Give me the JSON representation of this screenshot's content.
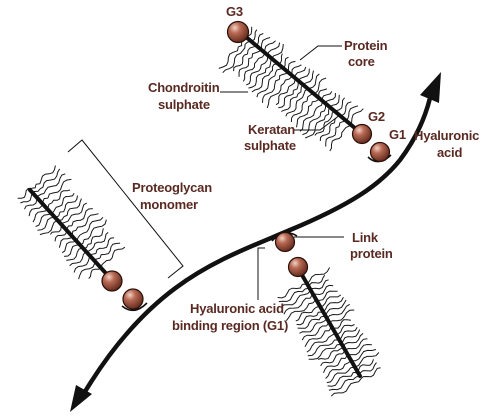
{
  "colors": {
    "text": "#5a2a22",
    "line": "#111111",
    "ball_fill": "#8a4030",
    "ball_highlight": "#f2d2c4"
  },
  "labels": {
    "g3": "G3",
    "protein_core_1": "Protein",
    "protein_core_2": "core",
    "chondroitin_1": "Chondroitin",
    "chondroitin_2": "sulphate",
    "keratan_1": "Keratan",
    "keratan_2": "sulphate",
    "g2": "G2",
    "g1": "G1",
    "hyaluronic_1": "Hyaluronic",
    "hyaluronic_2": "acid",
    "proteoglycan_1": "Proteoglycan",
    "proteoglycan_2": "monomer",
    "link_1": "Link",
    "link_2": "protein",
    "binding_1": "Hyaluronic acid",
    "binding_2": "binding region (G1)"
  }
}
